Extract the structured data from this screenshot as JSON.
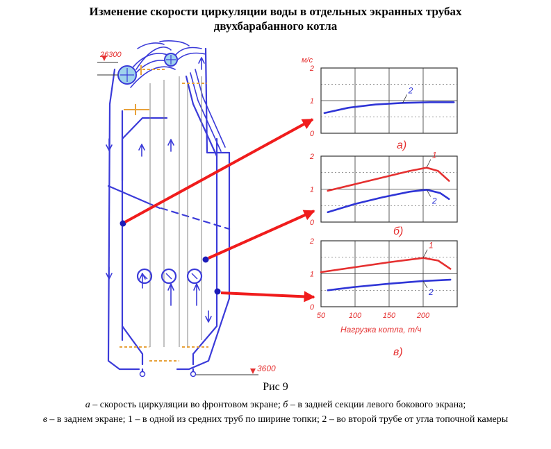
{
  "title": {
    "line1": "Изменение скорости циркуляции воды в отдельных экранных трубах",
    "line2": "двухбарабанного котла"
  },
  "scheme": {
    "top_mark": "26300",
    "bottom_mark": "3600"
  },
  "colors": {
    "scheme_blue": "#3b3bd9",
    "series_red": "#e53030",
    "series_blue": "#2f35d6",
    "arrow_red": "#f01c1c",
    "drum_fill": "#9fd3ec",
    "orange": "#e8a23a",
    "grid": "#333333"
  },
  "chart_data": [
    {
      "type": "line",
      "panel_label": "а)",
      "ylabel": "м/с",
      "yticks": [
        "0",
        "1",
        "2"
      ],
      "xlim": [
        50,
        250
      ],
      "ylim": [
        0,
        2
      ],
      "series": [
        {
          "name": "2",
          "x": [
            55,
            90,
            130,
            170,
            210,
            245
          ],
          "y": [
            0.62,
            0.78,
            0.88,
            0.93,
            0.95,
            0.95
          ]
        }
      ]
    },
    {
      "type": "line",
      "panel_label": "б)",
      "yticks": [
        "0",
        "1",
        "2"
      ],
      "xlim": [
        50,
        250
      ],
      "ylim": [
        0,
        2
      ],
      "series": [
        {
          "name": "1",
          "x": [
            60,
            100,
            140,
            180,
            205,
            222,
            238
          ],
          "y": [
            0.95,
            1.15,
            1.35,
            1.55,
            1.65,
            1.55,
            1.25
          ]
        },
        {
          "name": "2",
          "x": [
            60,
            100,
            140,
            180,
            205,
            225,
            238
          ],
          "y": [
            0.3,
            0.55,
            0.75,
            0.92,
            0.98,
            0.88,
            0.7
          ]
        }
      ]
    },
    {
      "type": "line",
      "panel_label": "в)",
      "xlabel": "Нагрузка котла, т/ч",
      "yticks": [
        "0",
        "1",
        "2"
      ],
      "xticks": [
        "50",
        "100",
        "150",
        "200"
      ],
      "xlim": [
        50,
        250
      ],
      "ylim": [
        0,
        2
      ],
      "series": [
        {
          "name": "1",
          "x": [
            50,
            100,
            150,
            200,
            222,
            240
          ],
          "y": [
            1.05,
            1.2,
            1.35,
            1.48,
            1.4,
            1.15
          ]
        },
        {
          "name": "2",
          "x": [
            60,
            100,
            150,
            200,
            240
          ],
          "y": [
            0.5,
            0.6,
            0.7,
            0.78,
            0.82
          ]
        }
      ]
    }
  ],
  "caption": {
    "fig": "Рис 9",
    "a": "а",
    "a_text": " – скорость циркуляции во фронтовом экране; ",
    "b": "б",
    "b_text": " – в задней секции левого бокового экрана;",
    "v": "в",
    "v_text": " – в заднем экране; 1 – в одной из средних труб по ширине топки; 2 – во второй трубе от угла топочной камеры"
  }
}
